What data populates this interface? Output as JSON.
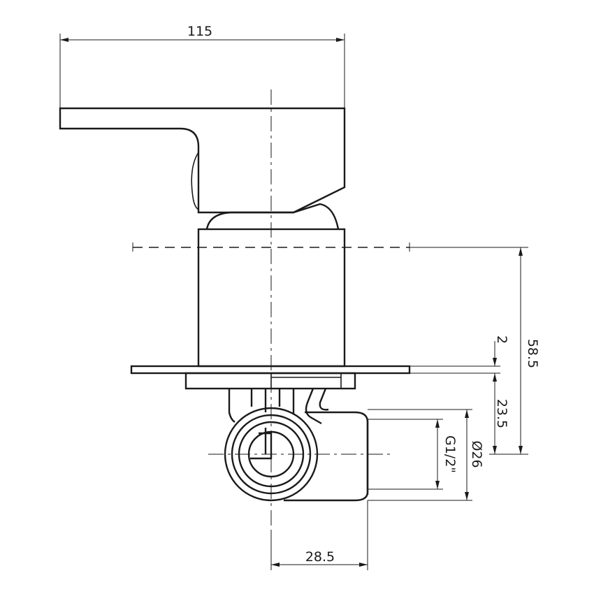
{
  "drawing": {
    "dimensions": {
      "overall_width": "115",
      "depth_to_wall": "58.5",
      "plate_thickness": "2",
      "body_depth": "23.5",
      "outlet_diameter": "Ø26",
      "thread": "G1/2\"",
      "outlet_offset": "28.5"
    }
  }
}
